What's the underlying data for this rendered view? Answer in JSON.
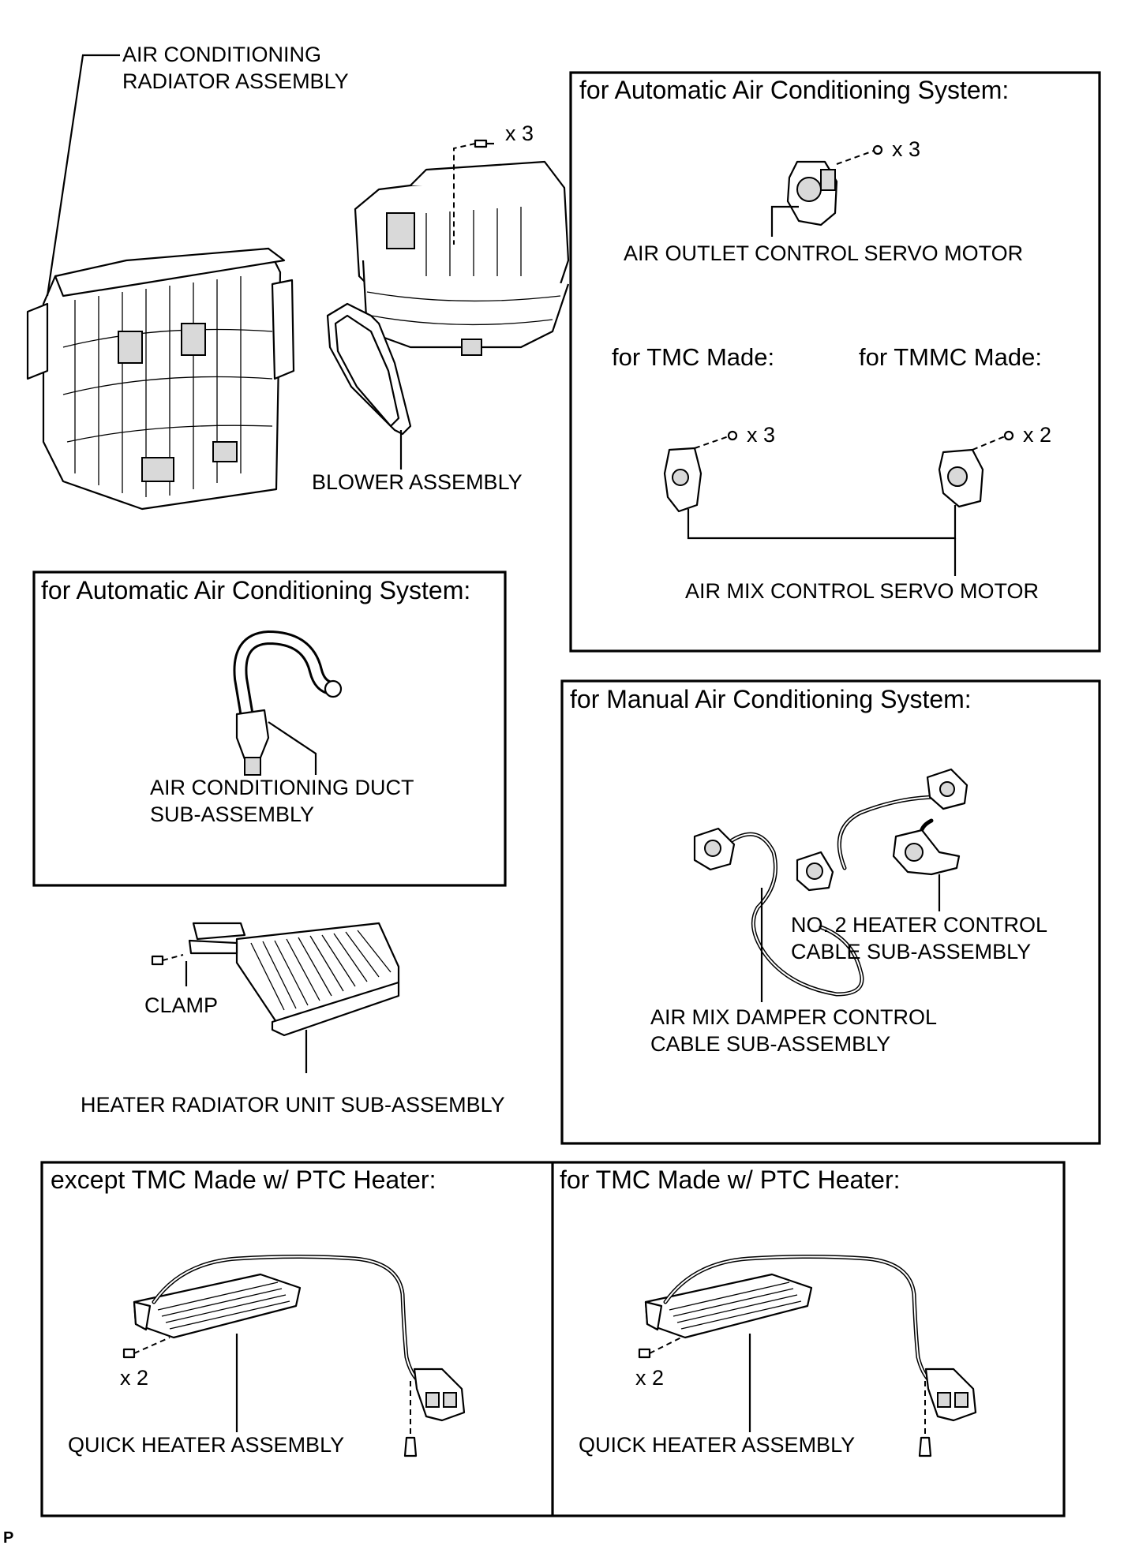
{
  "labels": {
    "radiator_l1": "AIR CONDITIONING",
    "radiator_l2": "RADIATOR ASSEMBLY",
    "blower": "BLOWER ASSEMBLY",
    "blower_qty": "x 3",
    "auto_box_title": "for Automatic Air Conditioning System:",
    "outlet_servo": "AIR OUTLET CONTROL SERVO MOTOR",
    "outlet_qty": "x 3",
    "tmc_made": "for TMC Made:",
    "tmmc_made": "for TMMC Made:",
    "tmc_qty": "x 3",
    "tmmc_qty": "x 2",
    "airmix_servo": "AIR MIX CONTROL SERVO MOTOR",
    "duct_box_title": "for Automatic Air Conditioning System:",
    "duct_l1": "AIR CONDITIONING DUCT",
    "duct_l2": "SUB-ASSEMBLY",
    "clamp": "CLAMP",
    "heater_radiator": "HEATER RADIATOR UNIT SUB-ASSEMBLY",
    "manual_box_title": "for Manual Air Conditioning System:",
    "no2_l1": "NO. 2 HEATER CONTROL",
    "no2_l2": "CABLE SUB-ASSEMBLY",
    "damper_l1": "AIR MIX DAMPER CONTROL",
    "damper_l2": "CABLE SUB-ASSEMBLY",
    "except_tmc_title": "except TMC Made w/ PTC Heater:",
    "for_tmc_title": "for TMC Made w/ PTC Heater:",
    "quick_heater_left": "QUICK HEATER ASSEMBLY",
    "quick_heater_right": "QUICK HEATER ASSEMBLY",
    "qty_left": "x 2",
    "qty_right": "x 2",
    "corner_mark": "P"
  },
  "icons": [
    "screw-icon",
    "servo-motor-icon",
    "heater-core-icon",
    "blower-icon",
    "radiator-case-icon",
    "duct-icon",
    "cable-icon",
    "quick-heater-icon"
  ]
}
